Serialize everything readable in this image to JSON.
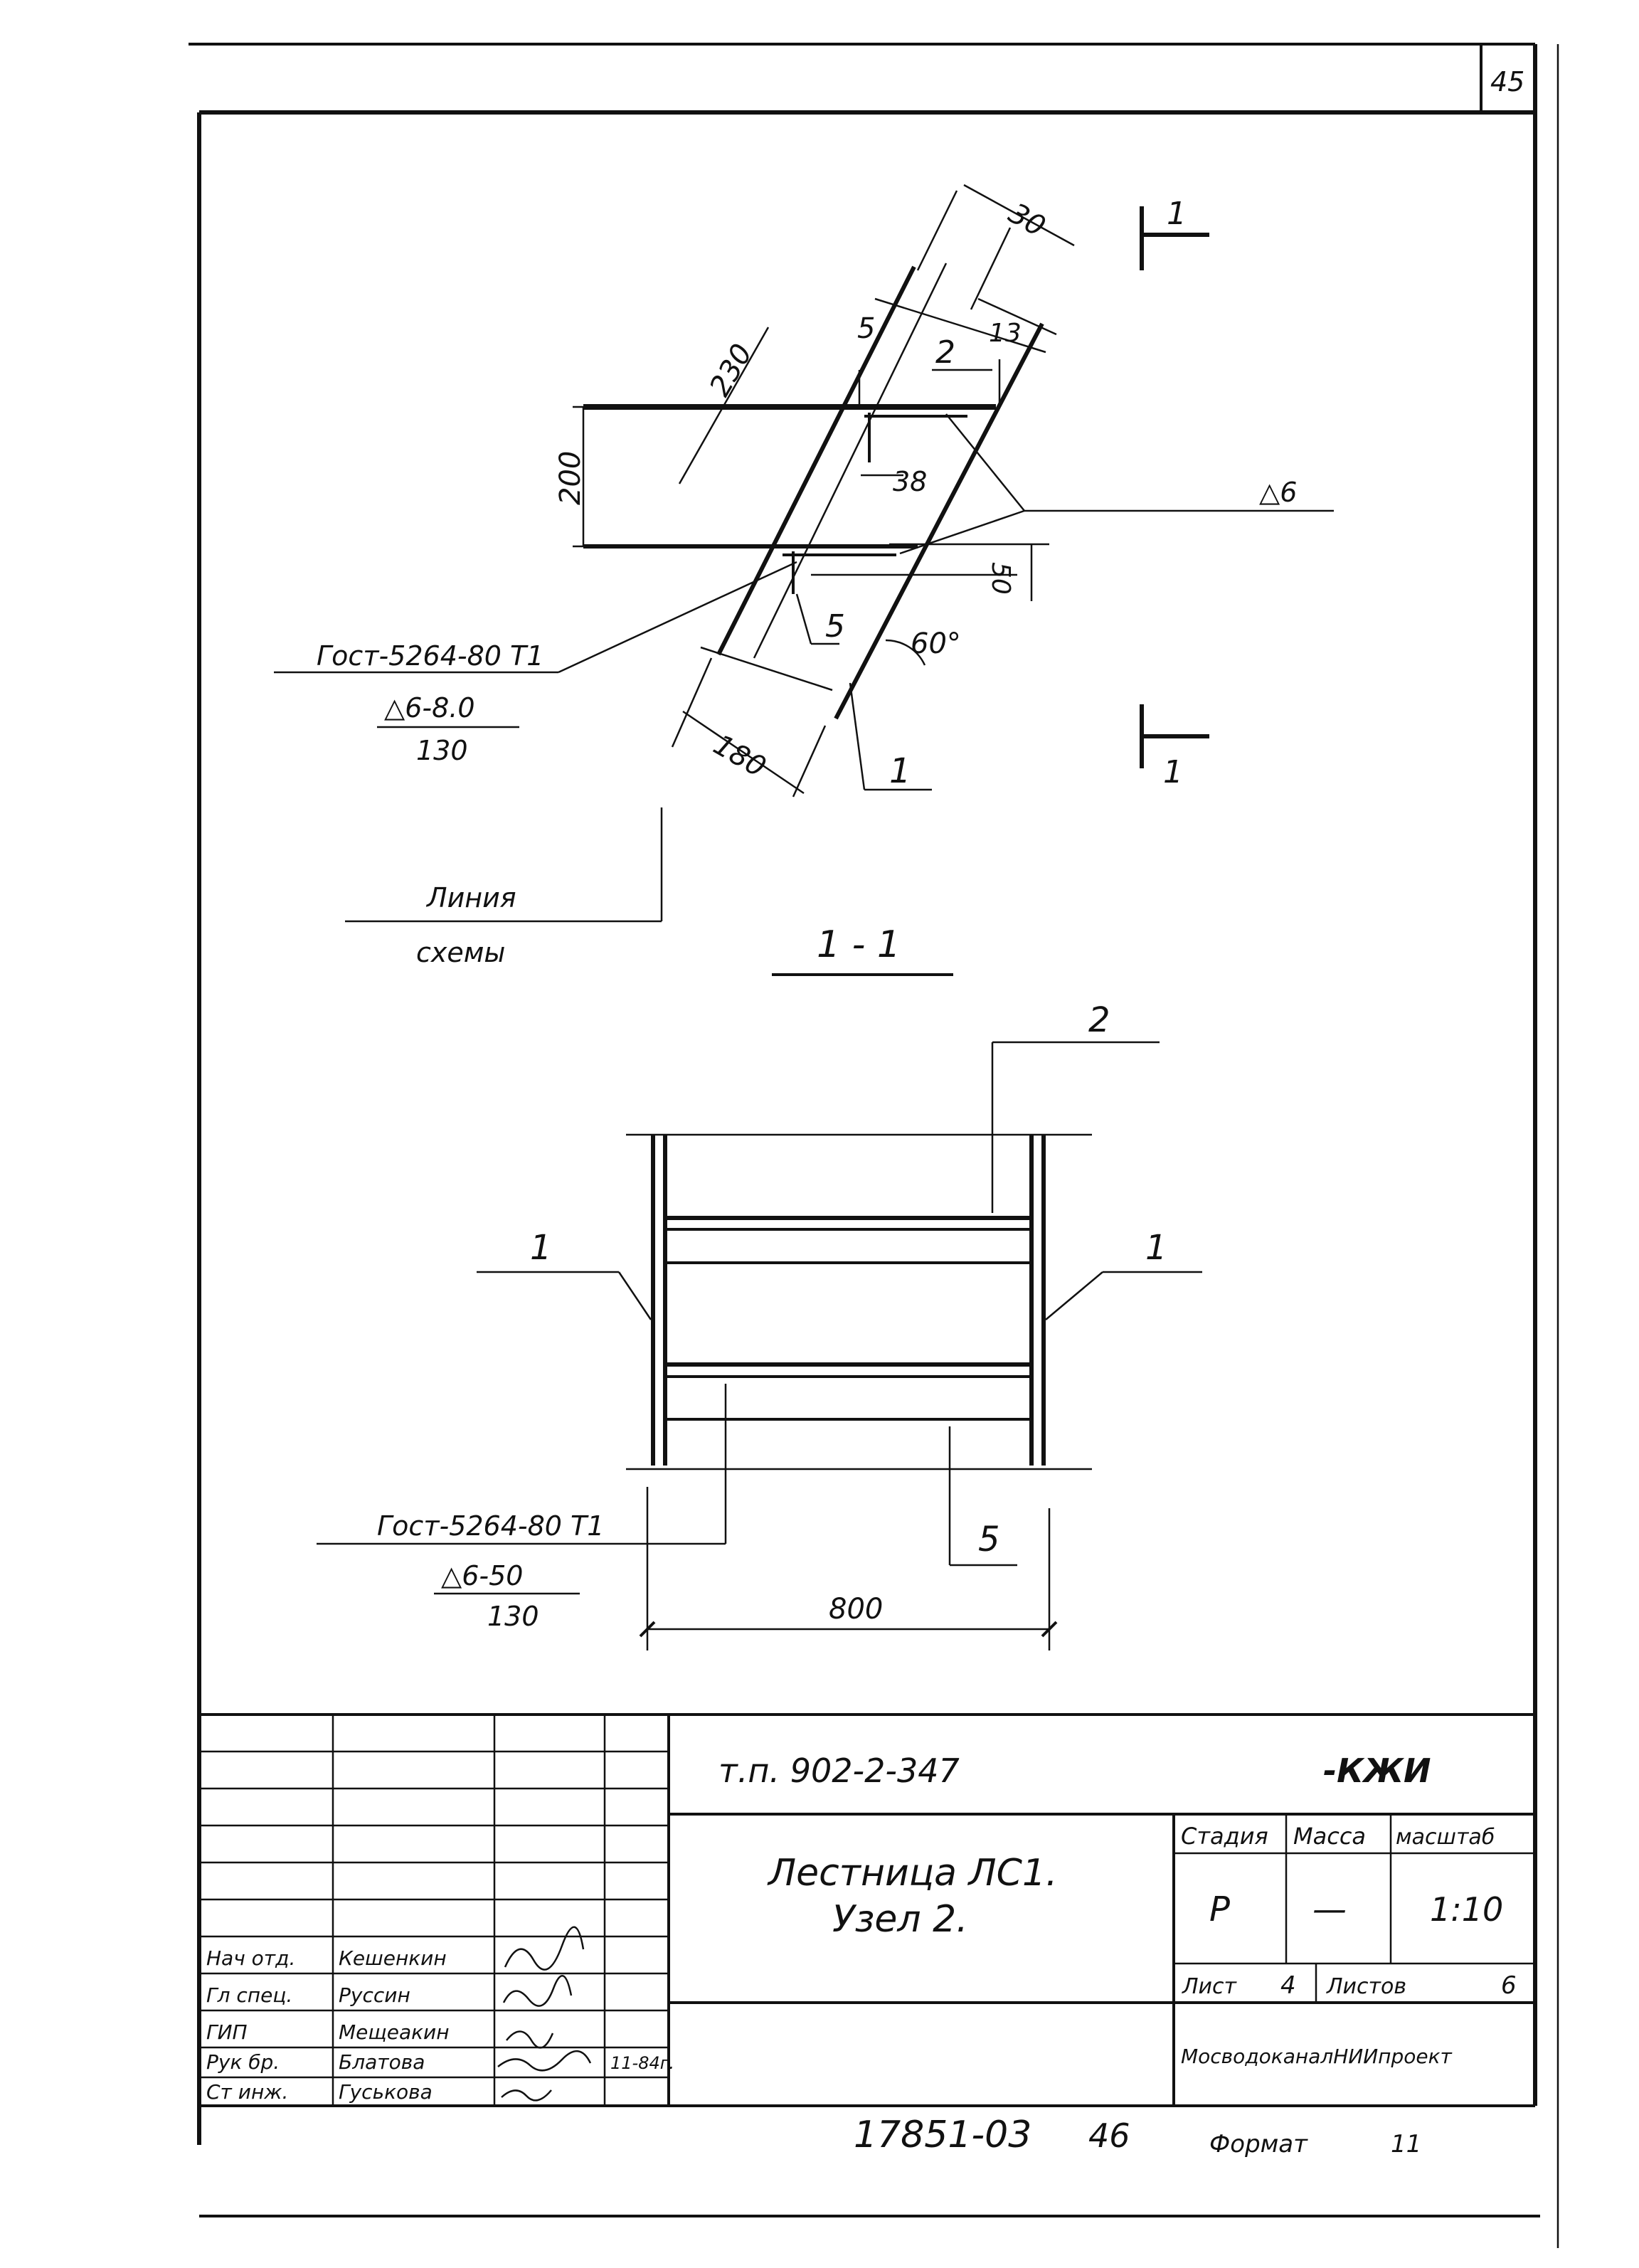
{
  "sheet": {
    "page_number": "45"
  },
  "node": {
    "dim_30": "30",
    "dim_230": "230",
    "dim_200": "200",
    "dim_5_top": "5",
    "dim_5_bottom": "5",
    "dim_13": "13",
    "dim_38": "38",
    "dim_50": "50",
    "dim_180": "180",
    "angle": "60°",
    "pos_2": "2",
    "pos_1": "1",
    "weld_6": "△6",
    "gost": "Гост-5264-80 Т1",
    "weld_spec": "△6-8.0",
    "weld_pitch": "130",
    "scheme_line_1": "Линия",
    "scheme_line_2": "схемы",
    "cut_mark_top": "1",
    "cut_mark_bottom": "1"
  },
  "section": {
    "title": "1 - 1",
    "pos_2": "2",
    "pos_1_left": "1",
    "pos_1_right": "1",
    "pos_5": "5",
    "gost": "Гост-5264-80 Т1",
    "weld_spec": "△6-50",
    "weld_pitch": "130",
    "dim_800": "800"
  },
  "title_block": {
    "designation": "т.п. 902-2-347",
    "sheet_code": "-КЖИ",
    "drawing_title_1": "Лестница ЛС1.",
    "drawing_title_2": "Узел 2.",
    "stage_label": "Стадия",
    "mass_label": "Масса",
    "scale_label": "масштаб",
    "stage": "Р",
    "mass": "—",
    "scale": "1:10",
    "sheet_label": "Лист",
    "sheet_no": "4",
    "sheets_label": "Листов",
    "sheets_total": "6",
    "organization": "МосводоканалНИИпроект",
    "signatures": [
      {
        "role": "Нач отд.",
        "name": "Кешенкин",
        "date": ""
      },
      {
        "role": "Гл спец.",
        "name": "Руссин",
        "date": ""
      },
      {
        "role": "ГИП",
        "name": "Мещеакин",
        "date": ""
      },
      {
        "role": "Рук бр.",
        "name": "Блатова",
        "date": "11-84г."
      },
      {
        "role": "Ст инж.",
        "name": "Гуськова",
        "date": ""
      }
    ]
  },
  "footer": {
    "inventory": "17851-03",
    "page_ref": "46",
    "format_label": "Формат",
    "format_value": "11"
  }
}
